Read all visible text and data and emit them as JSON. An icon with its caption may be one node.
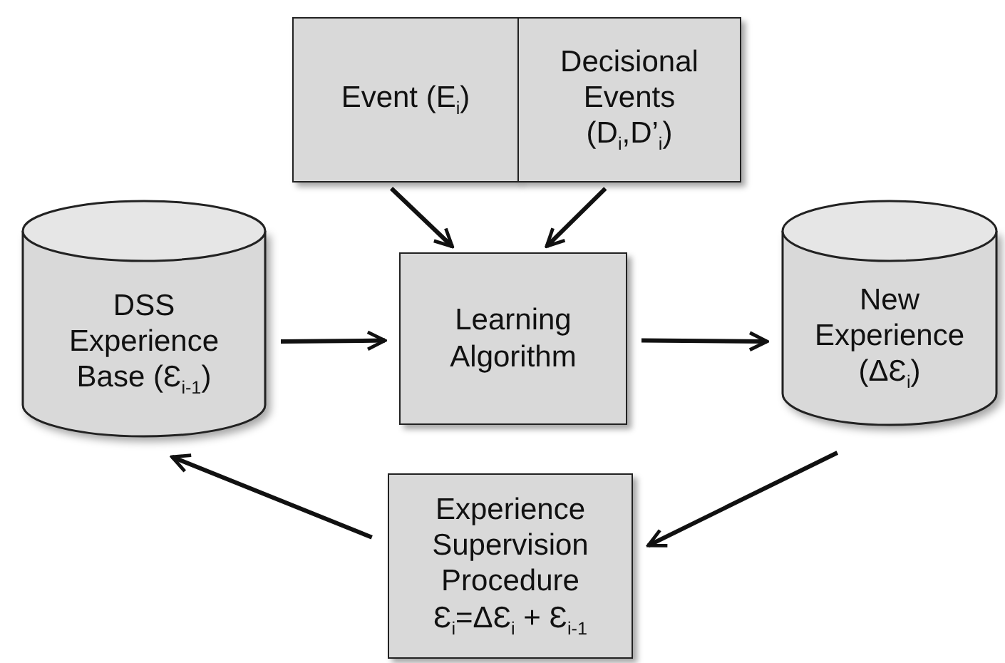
{
  "diagram": {
    "nodes": [
      {
        "text": [
          "Event (E$_{i}$)"
        ]
      },
      {
        "text": [
          "Decisional Events (D$_{i}$,D’$_{i}$)"
        ]
      },
      {
        "text": [
          "DSS Experience Base (Ɛ$_{i-1}$)"
        ]
      },
      {
        "text": [
          "Learning Algorithm"
        ]
      },
      {
        "text": [
          "New Experience (ΔƐ$_{i}$)"
        ]
      },
      {
        "text": [
          "Experience Supervision Procedure Ɛ$_{i}$=ΔƐ$_{i}$ + Ɛ$_{i-1}$"
        ]
      }
    ],
    "edges": [
      {
        "from": 0,
        "to": 3,
        "arrow": "to"
      },
      {
        "from": 1,
        "to": 3,
        "arrow": "to"
      },
      {
        "from": 2,
        "to": 3,
        "arrow": "to"
      },
      {
        "from": 3,
        "to": 4,
        "arrow": "to"
      },
      {
        "from": 4,
        "to": 5,
        "arrow": "to"
      },
      {
        "from": 5,
        "to": 2,
        "arrow": "to"
      }
    ]
  }
}
